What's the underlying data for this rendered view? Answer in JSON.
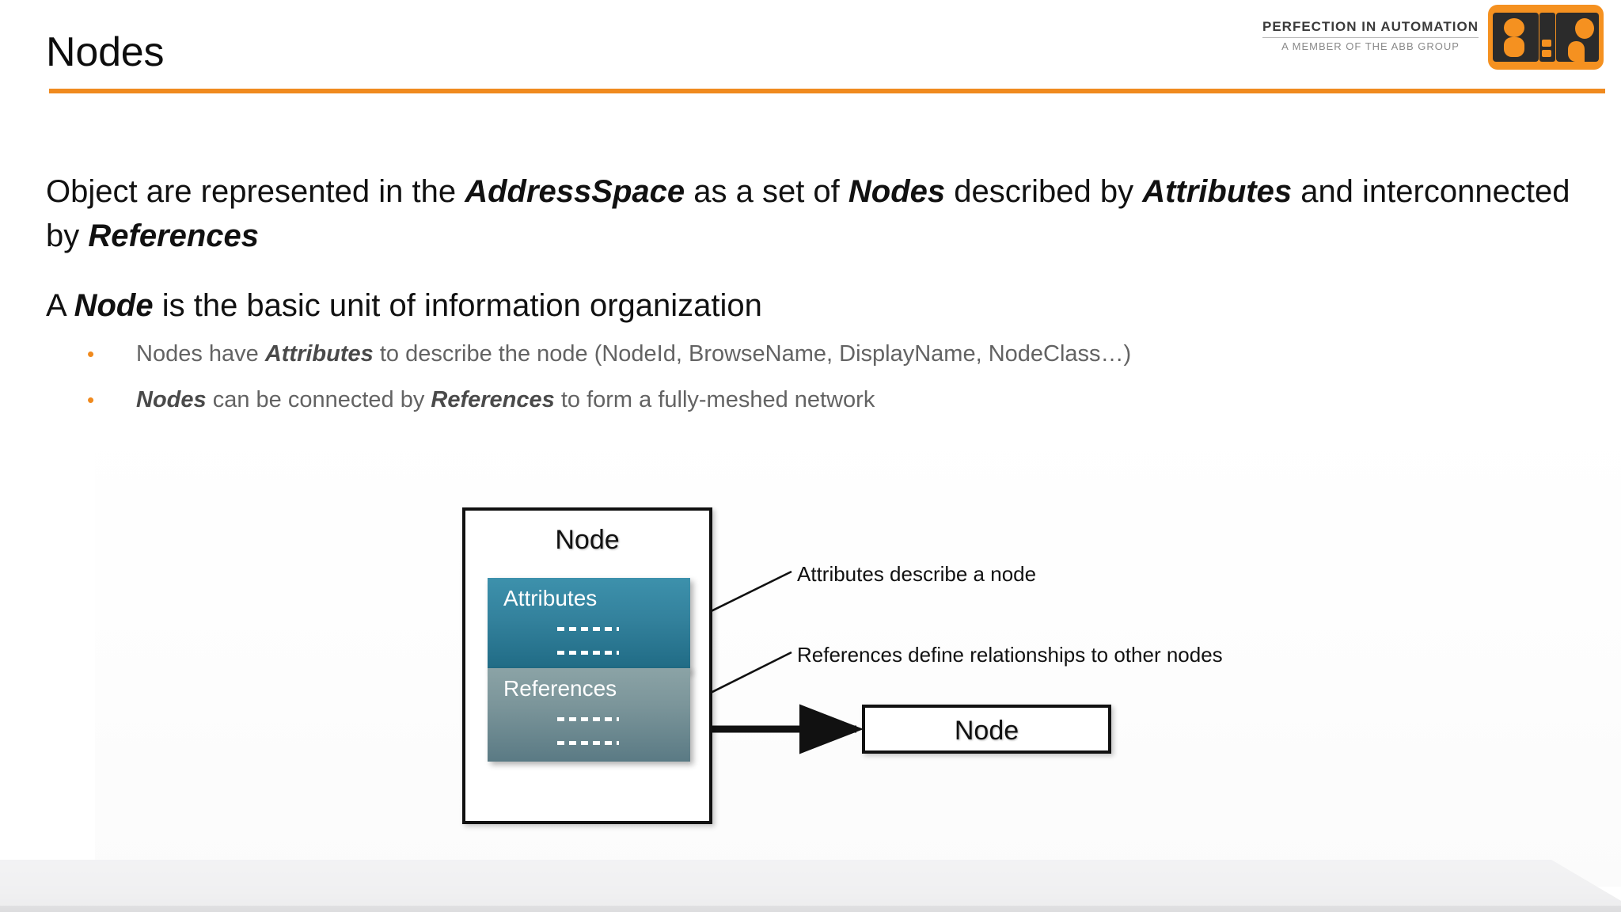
{
  "slide": {
    "title": "Nodes",
    "accent_color": "#F08A1E",
    "logo": {
      "tagline": "PERFECTION IN AUTOMATION",
      "subline": "A MEMBER OF THE ABB GROUP",
      "mark_alt": "B&R",
      "mark_color": "#F59120",
      "mark_dark": "#2b2b2b"
    },
    "paragraphs": [
      {
        "id": "para1",
        "runs": [
          {
            "text": "Object are represented in the ",
            "bold": false
          },
          {
            "text": "AddressSpace",
            "bold": true
          },
          {
            "text": " as a set of ",
            "bold": false
          },
          {
            "text": "Nodes",
            "bold": true
          },
          {
            "text": " described by ",
            "bold": false
          },
          {
            "text": "Attributes",
            "bold": true
          },
          {
            "text": " and interconnected by ",
            "bold": false
          },
          {
            "text": "References",
            "bold": true
          }
        ]
      },
      {
        "id": "para2",
        "runs": [
          {
            "text": "A ",
            "bold": false
          },
          {
            "text": "Node",
            "bold": true
          },
          {
            "text": " is the basic unit of information organization",
            "bold": false
          }
        ]
      }
    ],
    "bullets": [
      {
        "marker": "•",
        "runs": [
          {
            "text": "Nodes have ",
            "bold": false
          },
          {
            "text": "Attributes",
            "bold": true
          },
          {
            "text": " to describe the node (NodeId, BrowseName, DisplayName, NodeClass…)",
            "bold": false
          }
        ]
      },
      {
        "marker": "•",
        "runs": [
          {
            "text": "Nodes",
            "bold": true
          },
          {
            "text": " can be connected by ",
            "bold": false
          },
          {
            "text": "References",
            "bold": true
          },
          {
            "text": " to form a fully-meshed network",
            "bold": false
          }
        ]
      }
    ],
    "diagram": {
      "node_outer_label": "Node",
      "attributes_box": {
        "label": "Attributes",
        "gradient_top": "#3d91ac",
        "gradient_bottom": "#1f6a84",
        "placeholder_lines": 2
      },
      "references_box": {
        "label": "References",
        "gradient_top": "#8ba3a6",
        "gradient_bottom": "#5a7a84",
        "placeholder_lines": 2
      },
      "node_right_label": "Node",
      "callouts": [
        {
          "id": "callout-1",
          "text": "Attributes describe a node"
        },
        {
          "id": "callout-2",
          "text": "References define relationships to other nodes"
        }
      ],
      "connector_label": ""
    }
  }
}
